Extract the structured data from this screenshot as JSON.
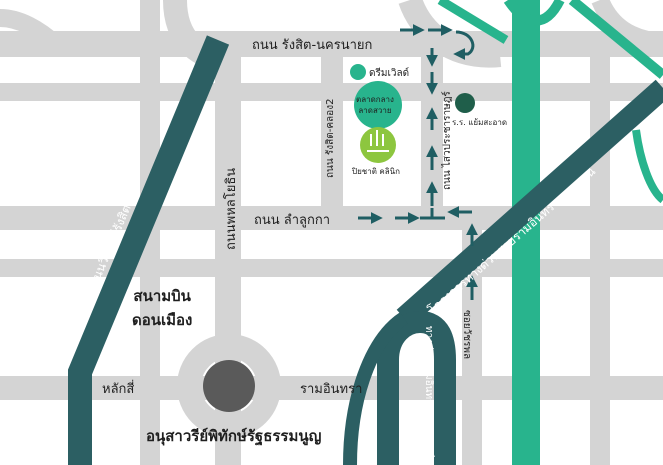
{
  "roads": {
    "rangsit_nakhonnayok": "ถนน รังสิต-นครนายก",
    "lamlukka": "ถนน ลำลูกกา",
    "phahonyothin": "ถนนพหลโยธิน",
    "rangsit_khlong2": "ถนน รังสิต-คลอง2",
    "saiprachasamakki": "ถนน ไสวประชาราษฎร์",
    "vibhavadi": "ถนนวิภาวดีรังสิต",
    "ram_inthra": "รามอินทรา",
    "lak_si": "หลักสี่",
    "soi_watcharaphon": "ซอยวัชรพล",
    "expressway": "โครงการทางด่วนสายรามอินทรา-วงแหวน",
    "expressway_atnarong": "ทางด่วนรามอินทรา-อาจณรงค์"
  },
  "places": {
    "dream_world": "ดรีมเวิลด์",
    "talat": "ตลาดกลาง\nลาดสวาย",
    "clinic": "ปิยชาติ คลินิก",
    "hospital": "ร.ร. แย้มสะอาด",
    "airport": "สนามบิน\nดอนเมือง",
    "monument": "อนุสาวรีย์พิทักษ์รัฐธรรมนูญ"
  },
  "colors": {
    "road": "#d4d4d4",
    "dark_teal": "#2c5f63",
    "green": "#28b48d",
    "arrow": "#1f5e63"
  },
  "icons": {
    "arrow": "arrow-icon",
    "uturn": "u-turn-icon",
    "clinic_logo": "clinic-logo-icon"
  }
}
